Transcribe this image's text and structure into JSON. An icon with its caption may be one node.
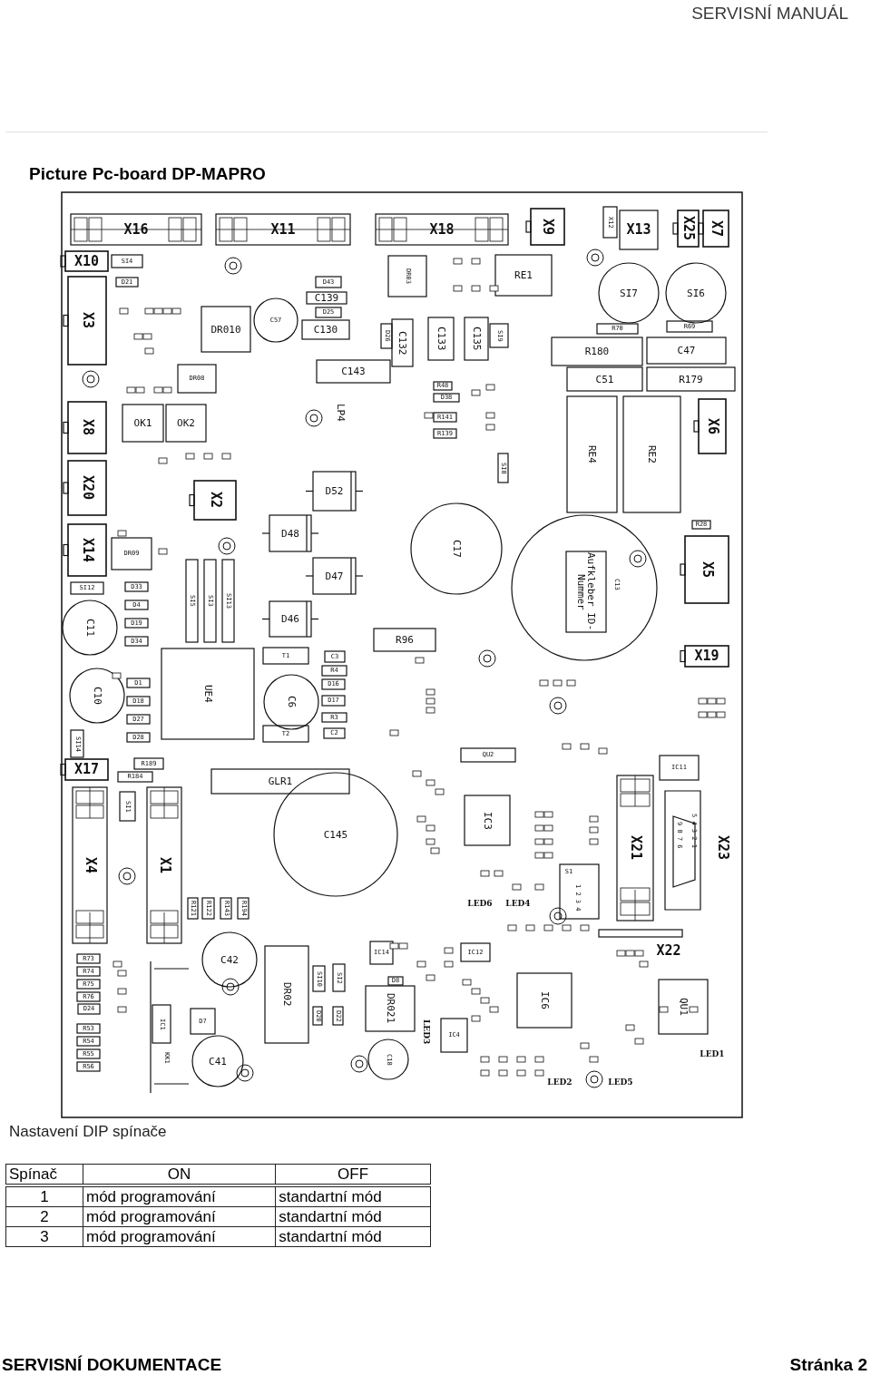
{
  "diagram": {
    "title": "Picture Pc-board DP-MAPRO",
    "labels": [
      "SERVISNÍ MANUÁL",
      "X16",
      "X11",
      "X18",
      "X9",
      "X12",
      "X13",
      "X25",
      "X7",
      "X10",
      "SI4",
      "D21",
      "SI7",
      "SI6",
      "RE1",
      "DR03",
      "D43",
      "C139",
      "D25",
      "C130",
      "X3",
      "DR010",
      "C57",
      "D26",
      "C132",
      "C133",
      "C135",
      "SI9",
      "R70",
      "R69",
      "R180",
      "C47",
      "C143",
      "DR08",
      "C51",
      "R179",
      "R48",
      "D38",
      "LP4",
      "R141",
      "R139",
      "X8",
      "OK1",
      "OK2",
      "X6",
      "RE4",
      "RE2",
      "SI8",
      "X20",
      "X2",
      "D52",
      "X14",
      "DR09",
      "D48",
      "C17",
      "R28",
      "X5",
      "C13",
      "Aufkleber ID-Nummer",
      "D47",
      "SI12",
      "D33",
      "D4",
      "D19",
      "D34",
      "C11",
      "SI5",
      "SI3",
      "SI13",
      "D46",
      "R96",
      "X19",
      "T1",
      "C3",
      "R4",
      "C10",
      "D1",
      "D18",
      "D16",
      "UE4",
      "C6",
      "D17",
      "D27",
      "R3",
      "T2",
      "C2",
      "D28",
      "SI14",
      "QU2",
      "X17",
      "R189",
      "IC11",
      "R184",
      "GLR1",
      "SI1",
      "IC3",
      "C145",
      "X4",
      "X1",
      "X21",
      "9 8 7 6",
      "5 4 3 2 1",
      "X23",
      "S1",
      "1 2 3 4",
      "R121",
      "R122",
      "R143",
      "R194",
      "LED6",
      "LED4",
      "C42",
      "X22",
      "IC14",
      "IC12",
      "DR02",
      "R73",
      "SI10",
      "SI2",
      "R74",
      "IC6",
      "D8",
      "R75",
      "QU1",
      "DR021",
      "R76",
      "D24",
      "IC1",
      "D7",
      "D20",
      "D22",
      "LED3",
      "IC4",
      "R53",
      "R54",
      "R55",
      "LED1",
      "R56",
      "KK1",
      "C18",
      "C41",
      "LED2",
      "LED5",
      "Nastavení DIP spínače",
      "Spínač",
      "ON",
      "OFF",
      "1",
      "mód programování",
      "standartní mód",
      "2",
      "mód programování",
      "standartní mód",
      "3",
      "mód programování",
      "standartní mód",
      "SERVISNÍ DOKUMENTACE",
      "Stránka 2"
    ]
  }
}
